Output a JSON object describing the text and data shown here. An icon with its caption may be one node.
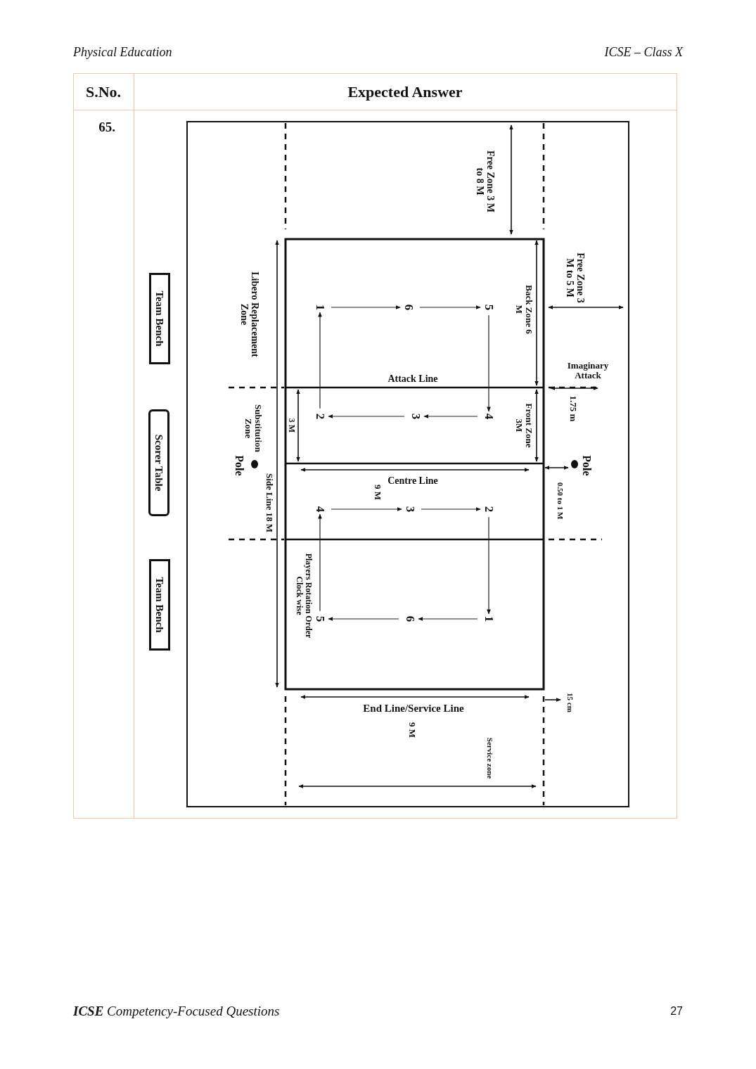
{
  "diagram": {
    "nodes": [
      {
        "text": [
          "Team Bench"
        ]
      },
      {
        "text": [
          "Scorer Table"
        ]
      },
      {
        "text": [
          "Team Bench"
        ]
      },
      {
        "text": [
          "1"
        ]
      },
      {
        "text": [
          "6"
        ]
      },
      {
        "text": [
          "5"
        ]
      },
      {
        "text": [
          "2"
        ]
      },
      {
        "text": [
          "3"
        ]
      },
      {
        "text": [
          "4"
        ]
      },
      {
        "text": [
          "4"
        ]
      },
      {
        "text": [
          "3"
        ]
      },
      {
        "text": [
          "2"
        ]
      },
      {
        "text": [
          "5"
        ]
      },
      {
        "text": [
          "6"
        ]
      },
      {
        "text": [
          "1"
        ]
      }
    ],
    "edges": [
      {
        "from": 3,
        "to": 4,
        "arrow": "to"
      },
      {
        "from": 4,
        "to": 5,
        "arrow": "to"
      },
      {
        "from": 5,
        "to": 8,
        "arrow": "to"
      },
      {
        "from": 8,
        "to": 7,
        "arrow": "to"
      },
      {
        "from": 7,
        "to": 6,
        "arrow": "to"
      },
      {
        "from": 6,
        "to": 3,
        "arrow": "to"
      },
      {
        "from": 9,
        "to": 10,
        "arrow": "to"
      },
      {
        "from": 10,
        "to": 11,
        "arrow": "to"
      },
      {
        "from": 11,
        "to": 14,
        "arrow": "to"
      },
      {
        "from": 14,
        "to": 13,
        "arrow": "to"
      },
      {
        "from": 13,
        "to": 12,
        "arrow": "to"
      },
      {
        "from": 12,
        "to": 9,
        "arrow": "to"
      }
    ],
    "labels": [
      "Physical Education",
      "ICSE – Class X",
      "S.No.",
      "Expected Answer",
      "65.",
      "Free Zone 3 M to 8 M",
      "Free Zone 3 M to 5 M",
      "Libero Replacement Zone",
      "Back Zone 6 M",
      "Imaginary Attack",
      "Attack Line",
      "1.75 m",
      "Substitution Zone",
      "Pole",
      "3 M",
      "Front Zone 3M",
      "Pole",
      "Centre Line",
      "9 M",
      "Side Line 18 M",
      "0.50 to 1 M",
      "Players Rotation Order Clock wise",
      "End Line/Service Line",
      "15 cm",
      "9 M",
      "Service zone",
      "**ICSE** Competency-Focused Questions",
      "27"
    ]
  }
}
